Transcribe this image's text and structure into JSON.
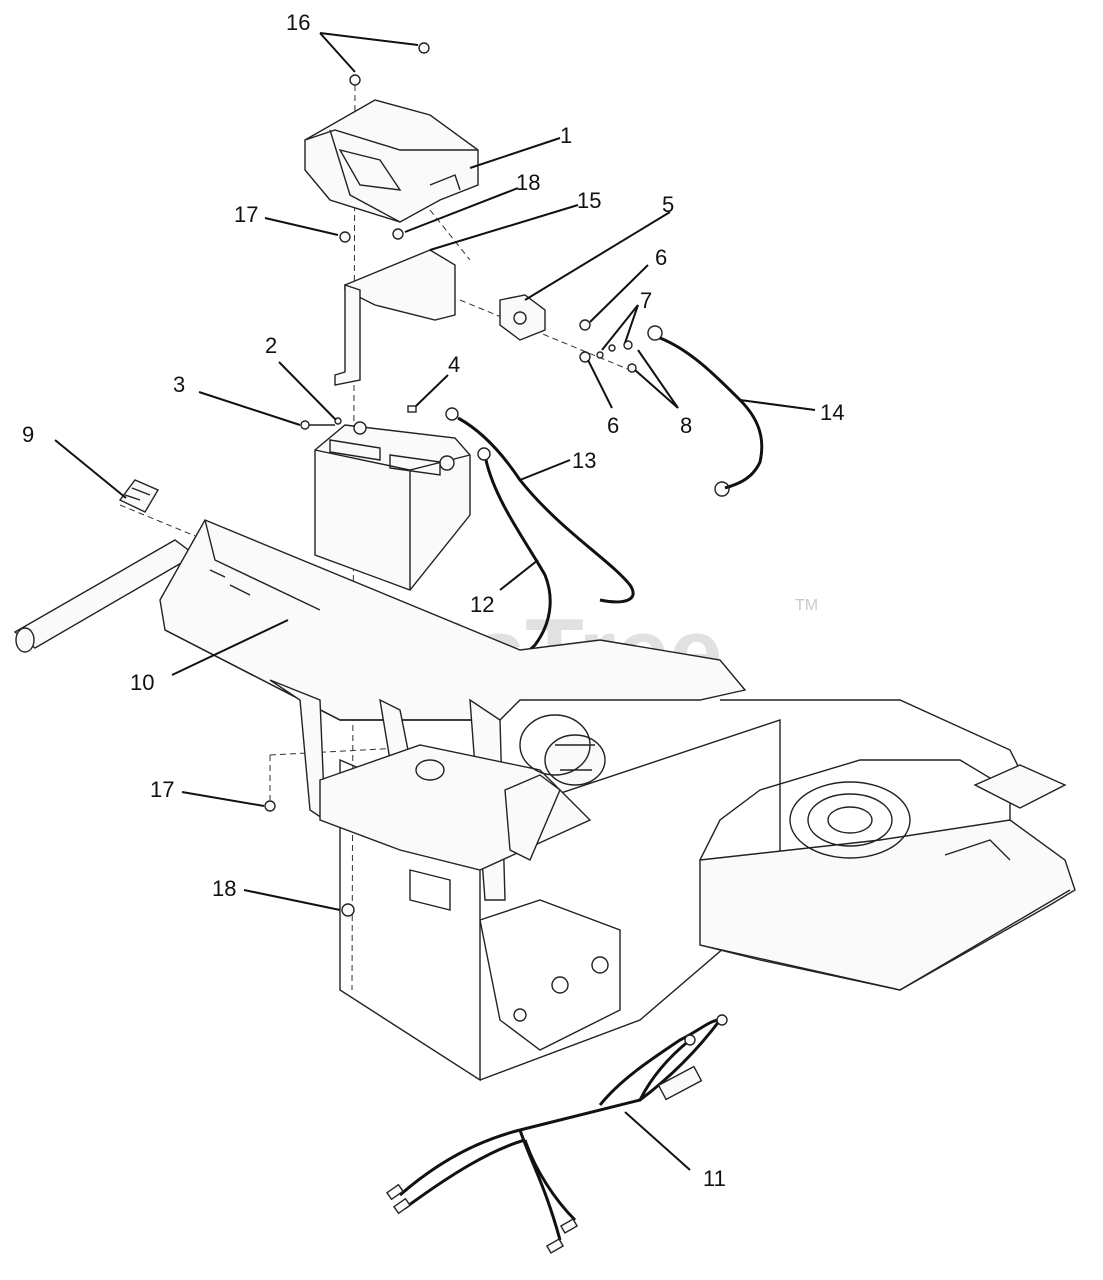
{
  "watermark": {
    "brand": "PartsTree",
    "trademark": "TM"
  },
  "callouts": [
    {
      "id": "16",
      "label": "16"
    },
    {
      "id": "1",
      "label": "1"
    },
    {
      "id": "18a",
      "label": "18"
    },
    {
      "id": "15",
      "label": "15"
    },
    {
      "id": "17a",
      "label": "17"
    },
    {
      "id": "5",
      "label": "5"
    },
    {
      "id": "6a",
      "label": "6"
    },
    {
      "id": "7",
      "label": "7"
    },
    {
      "id": "2",
      "label": "2"
    },
    {
      "id": "4",
      "label": "4"
    },
    {
      "id": "3",
      "label": "3"
    },
    {
      "id": "6b",
      "label": "6"
    },
    {
      "id": "8",
      "label": "8"
    },
    {
      "id": "14",
      "label": "14"
    },
    {
      "id": "9",
      "label": "9"
    },
    {
      "id": "13",
      "label": "13"
    },
    {
      "id": "12",
      "label": "12"
    },
    {
      "id": "10",
      "label": "10"
    },
    {
      "id": "17b",
      "label": "17"
    },
    {
      "id": "18b",
      "label": "18"
    },
    {
      "id": "11",
      "label": "11"
    }
  ]
}
